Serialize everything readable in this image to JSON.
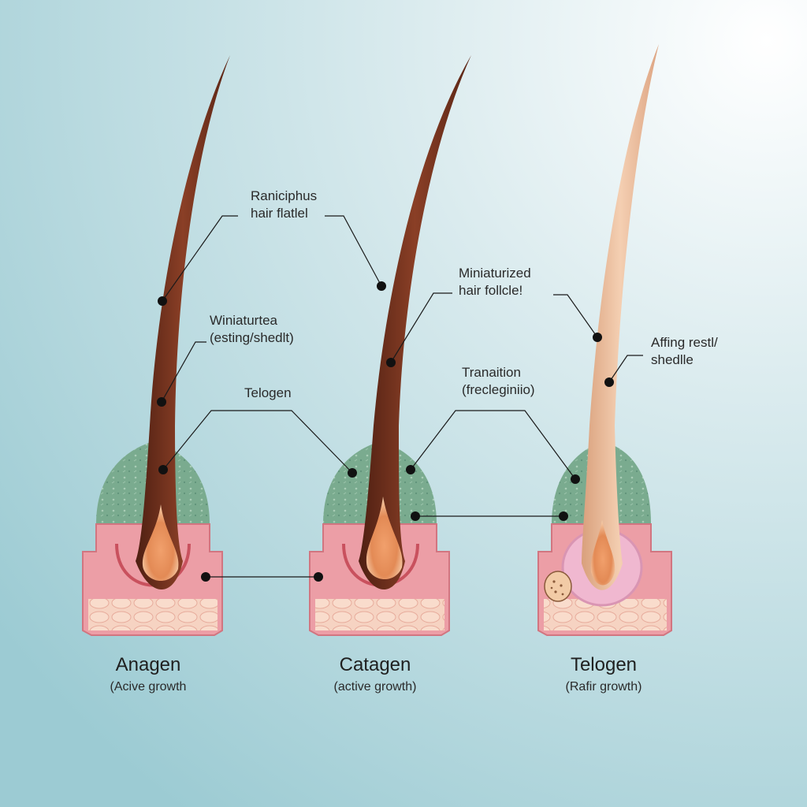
{
  "labels": {
    "anagen_top": "Raniciphus\nhair flatlel",
    "anagen_mid": "Winiaturtea\n(esting/shedlt)",
    "anagen_low": "Telogen",
    "catagen_top": "Miniaturized\nhair follcle!",
    "catagen_mid": "Tranaition\n(frecleginiio)",
    "telogen_top": "Affing restl/\nshedlle"
  },
  "stages": [
    {
      "title": "Anagen",
      "subtitle": "(Acive growth"
    },
    {
      "title": "Catagen",
      "subtitle": "(active growth)"
    },
    {
      "title": "Telogen",
      "subtitle": "(Rafir growth)"
    }
  ],
  "colors": {
    "background_top": "#eaf4f5",
    "background_bottom": "#a9d3da",
    "hair_dark": "#6b2f1c",
    "hair_light": "#e9b896",
    "dermis_green": "#7aab8f",
    "tissue_pink": "#ec9ea6",
    "bulb_orange": "#e38a55",
    "leader_line": "#1a1a1a"
  }
}
